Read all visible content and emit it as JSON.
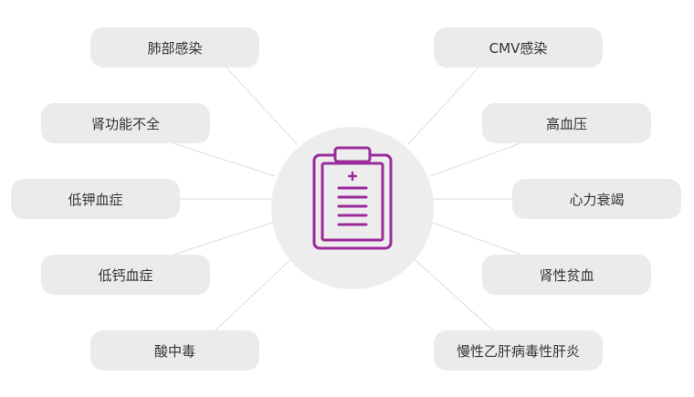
{
  "center": {
    "icon": "clipboard-icon",
    "color": "#9b2a9a"
  },
  "left_items": [
    {
      "label": "肺部感染"
    },
    {
      "label": "肾功能不全"
    },
    {
      "label": "低钾血症"
    },
    {
      "label": "低钙血症"
    },
    {
      "label": "酸中毒"
    }
  ],
  "right_items": [
    {
      "label": "CMV感染"
    },
    {
      "label": "高血压"
    },
    {
      "label": "心力衰竭"
    },
    {
      "label": "肾性贫血"
    },
    {
      "label": "慢性乙肝病毒性肝炎"
    }
  ]
}
